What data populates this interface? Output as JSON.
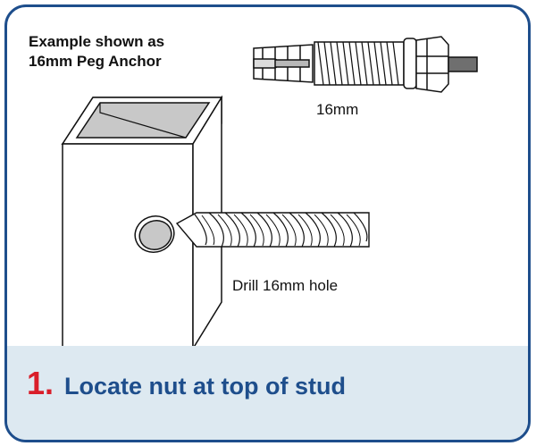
{
  "caption": {
    "line1": "Example shown as",
    "line2": "16mm Peg Anchor"
  },
  "anchor": {
    "size_label": "16mm"
  },
  "drill": {
    "label": "Drill 16mm hole"
  },
  "step": {
    "number": "1.",
    "text": "Locate nut at top of stud"
  },
  "colors": {
    "frame": "#1e4e8c",
    "step_number": "#d91e2a",
    "step_text": "#1e4e8c",
    "band": "#dde9f1",
    "stud_top": "#c8c8c8"
  },
  "icons": [
    "peg-anchor-illustration",
    "stud-illustration",
    "drill-bit-illustration"
  ]
}
